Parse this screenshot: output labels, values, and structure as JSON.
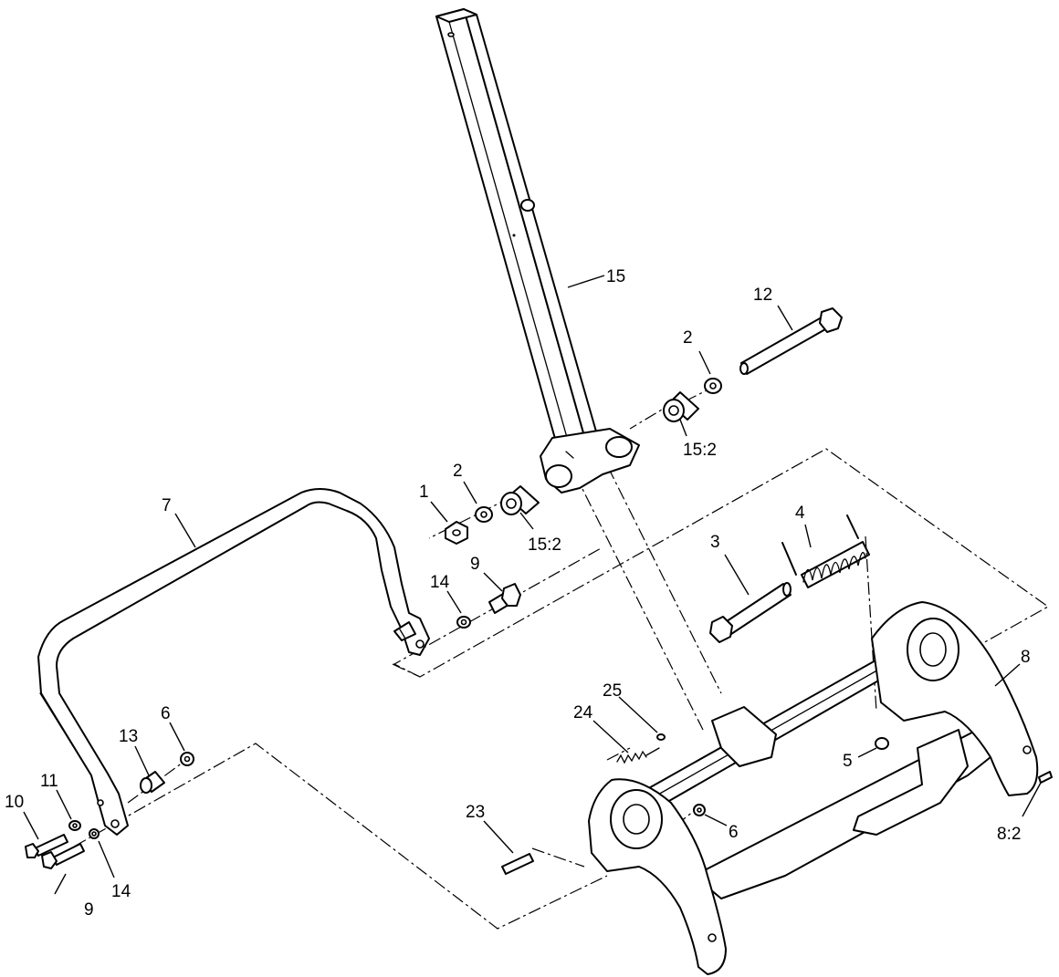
{
  "callouts": [
    {
      "id": "c15-handle",
      "label": "15"
    },
    {
      "id": "c12",
      "label": "12"
    },
    {
      "id": "c2-right",
      "label": "2"
    },
    {
      "id": "c15-2-right",
      "label": "15:2"
    },
    {
      "id": "c1",
      "label": "1"
    },
    {
      "id": "c2-left",
      "label": "2"
    },
    {
      "id": "c15-2-left",
      "label": "15:2"
    },
    {
      "id": "c7",
      "label": "7"
    },
    {
      "id": "c4",
      "label": "4"
    },
    {
      "id": "c3",
      "label": "3"
    },
    {
      "id": "c9-top",
      "label": "9"
    },
    {
      "id": "c14-top",
      "label": "14"
    },
    {
      "id": "c8",
      "label": "8"
    },
    {
      "id": "c25",
      "label": "25"
    },
    {
      "id": "c24",
      "label": "24"
    },
    {
      "id": "c6-left",
      "label": "6"
    },
    {
      "id": "c13",
      "label": "13"
    },
    {
      "id": "c5",
      "label": "5"
    },
    {
      "id": "c11",
      "label": "11"
    },
    {
      "id": "c10",
      "label": "10"
    },
    {
      "id": "c23",
      "label": "23"
    },
    {
      "id": "c6-right",
      "label": "6"
    },
    {
      "id": "c8-2",
      "label": "8:2"
    },
    {
      "id": "c9-bottom",
      "label": "9"
    },
    {
      "id": "c14-bottom",
      "label": "14"
    }
  ]
}
